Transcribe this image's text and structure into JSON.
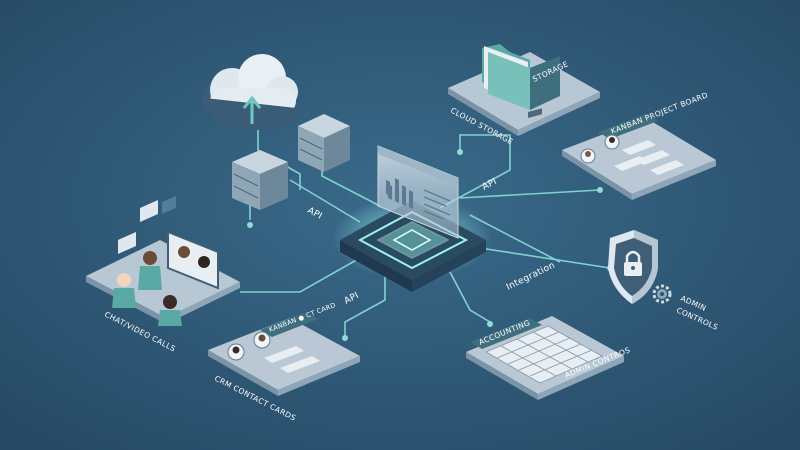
{
  "nodes": {
    "cloud_storage": "CLOUD STORAGE",
    "storage_tab": "STORAGE",
    "kanban_board": "KANBAN PROJECT BOARD",
    "chat_video": "CHAT/VIDEO CALLS",
    "crm_header": "KANBAN ● CT CARD",
    "crm_contact": "CRM CONTACT CARDS",
    "accounting": "ACCOUNTING",
    "admin_contros": "ADMIN CONTROS",
    "admin_controls_line1": "ADMIN",
    "admin_controls_line2": "CONTROLS"
  },
  "connectors": {
    "api_left": "API",
    "api_right": "API",
    "api_bottom": "API",
    "integration": "Integration"
  },
  "colors": {
    "background": "#2e5573",
    "connector": "#7fd3cf",
    "hub_glow": "#6ee0d8",
    "panel_light": "#b9c8d4",
    "panel_dark": "#3f5f78",
    "teal_folder": "#5aa9a4"
  },
  "icons": [
    "cloud-upload-icon",
    "server-rack-icon",
    "folder-icon",
    "shield-lock-icon",
    "gear-icon",
    "video-call-icon",
    "chat-bubble-icon",
    "avatar-icon",
    "bar-chart-icon"
  ]
}
